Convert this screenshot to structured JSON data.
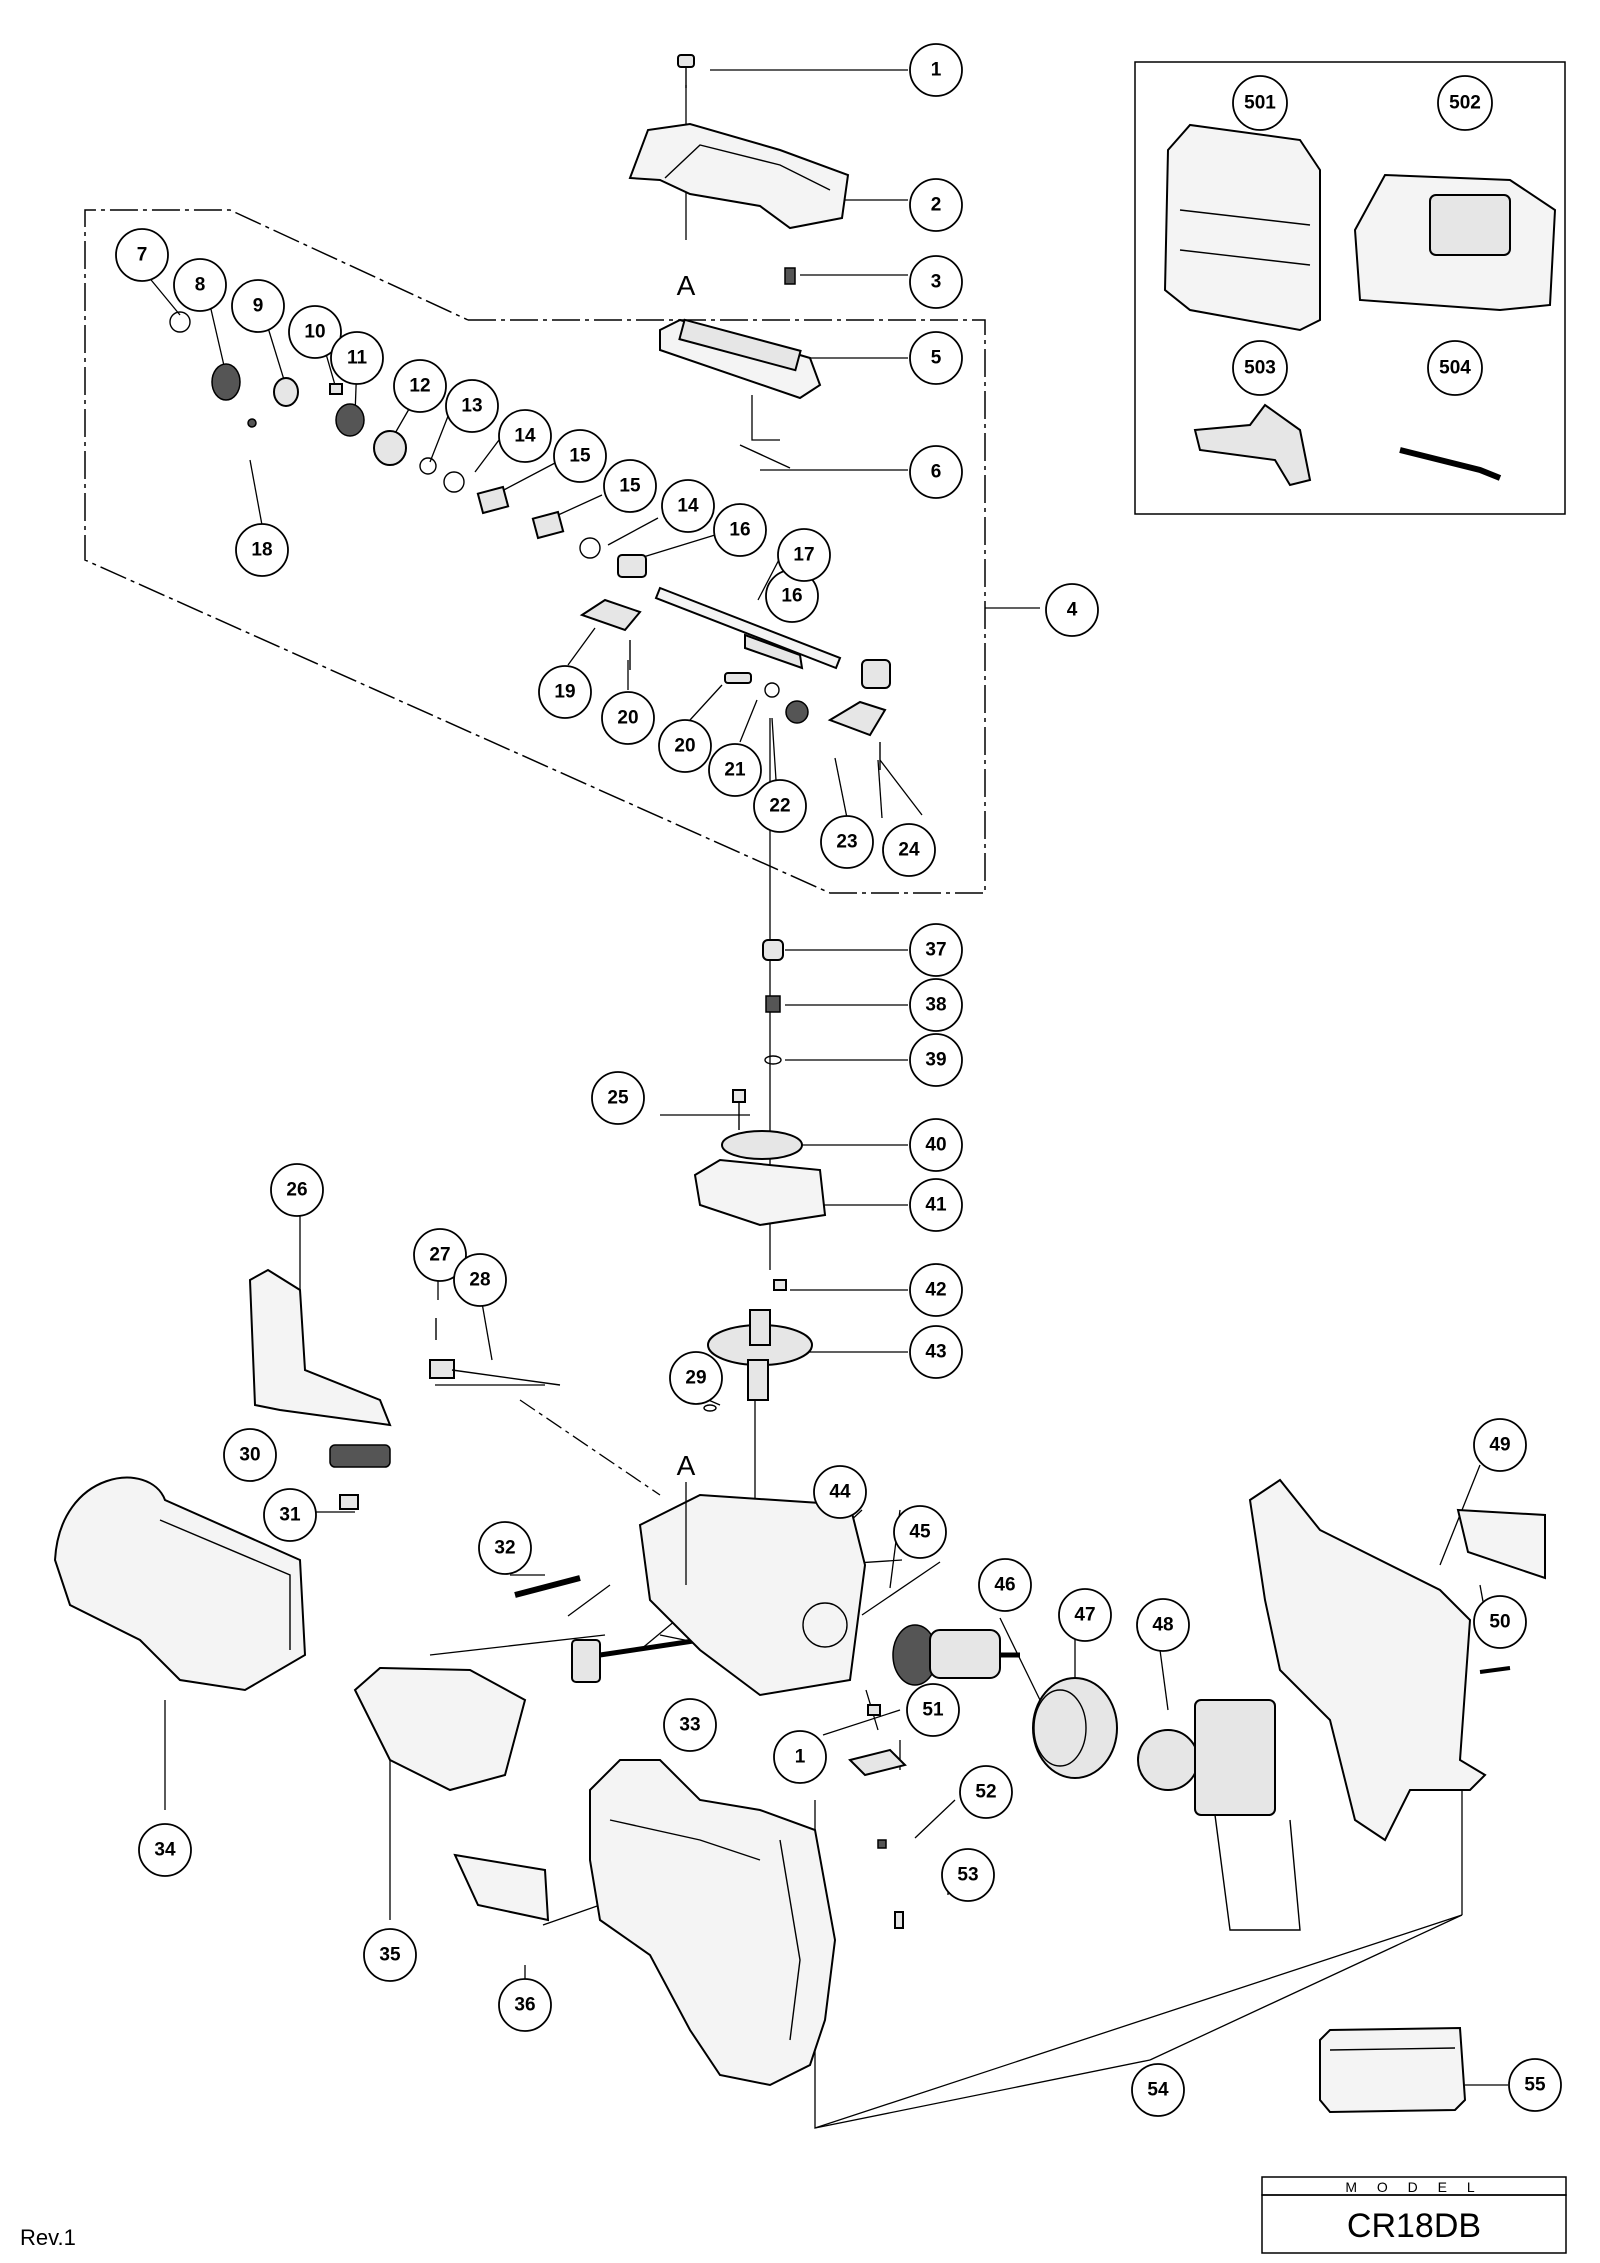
{
  "reference_letters": [
    "A",
    "A"
  ],
  "callouts": [
    "1",
    "2",
    "3",
    "4",
    "5",
    "6",
    "7",
    "8",
    "9",
    "10",
    "11",
    "12",
    "13",
    "14",
    "15",
    "15",
    "14",
    "16",
    "16",
    "17",
    "18",
    "19",
    "20",
    "20",
    "21",
    "22",
    "23",
    "24",
    "25",
    "26",
    "27",
    "28",
    "29",
    "30",
    "31",
    "32",
    "33",
    "34",
    "35",
    "36",
    "37",
    "38",
    "39",
    "40",
    "41",
    "42",
    "43",
    "44",
    "45",
    "46",
    "47",
    "48",
    "49",
    "50",
    "1",
    "51",
    "52",
    "53",
    "54",
    "55",
    "501",
    "502",
    "503",
    "504"
  ],
  "title_block": {
    "heading": "M O D E L",
    "model": "CR18DB"
  },
  "revision": "Rev.1"
}
